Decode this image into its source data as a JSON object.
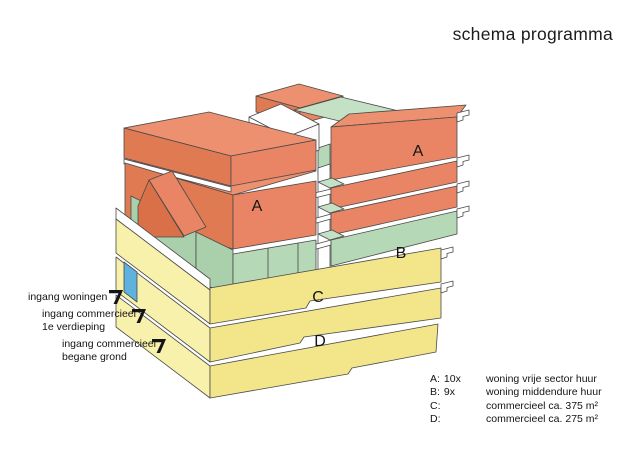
{
  "title": "schema programma",
  "diagram": {
    "labels": {
      "left_tower_a": "A",
      "right_tower_a": "A",
      "b": "B",
      "c": "C",
      "d": "D"
    },
    "colors": {
      "orange_front": "#E98564",
      "orange_top": "#ED9070",
      "orange_side": "#E07A52",
      "green_front": "#B5D8B6",
      "green_top": "#C5E1C5",
      "green_side": "#A9CFAB",
      "yellow_front": "#F2E58A",
      "yellow_side": "#F8F1AC",
      "blue_entrance": "#5FB2DE",
      "outline": "#4a4a4a"
    }
  },
  "annotations": [
    {
      "line1": "ingang woningen",
      "line2": ""
    },
    {
      "line1": "ingang commercieel",
      "line2": "1e verdieping"
    },
    {
      "line1": "ingang commercieel",
      "line2": "begane grond"
    }
  ],
  "legend": {
    "rows": [
      {
        "label": "A:",
        "count": "10x",
        "description": "woning vrije sector huur"
      },
      {
        "label": "B:",
        "count": "9x",
        "description": "woning middendure huur"
      },
      {
        "label": "C:",
        "count": "",
        "description": "commercieel ca. 375 m²"
      },
      {
        "label": "D:",
        "count": "",
        "description": "commercieel ca. 275 m²"
      }
    ]
  }
}
